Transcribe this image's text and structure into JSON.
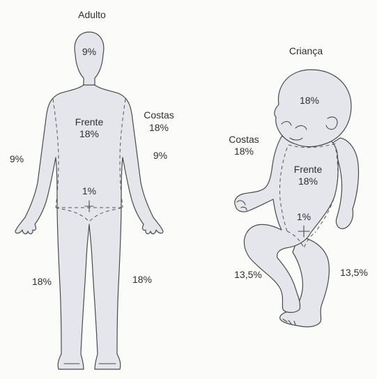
{
  "adult": {
    "title": "Adulto",
    "head": "9%",
    "front_label": "Frente",
    "front_value": "18%",
    "back_label": "Costas",
    "back_value": "18%",
    "arm_left": "9%",
    "arm_right": "9%",
    "groin": "1%",
    "leg_left": "18%",
    "leg_right": "18%"
  },
  "child": {
    "title": "Criança",
    "head": "18%",
    "back_label": "Costas",
    "back_value": "18%",
    "front_label": "Frente",
    "front_value": "18%",
    "groin": "1%",
    "leg_left": "13,5%",
    "leg_right": "13,5%"
  },
  "colors": {
    "body_fill": "#e4e6ec",
    "outline": "#4a4a4a",
    "text": "#2e2e2e"
  }
}
